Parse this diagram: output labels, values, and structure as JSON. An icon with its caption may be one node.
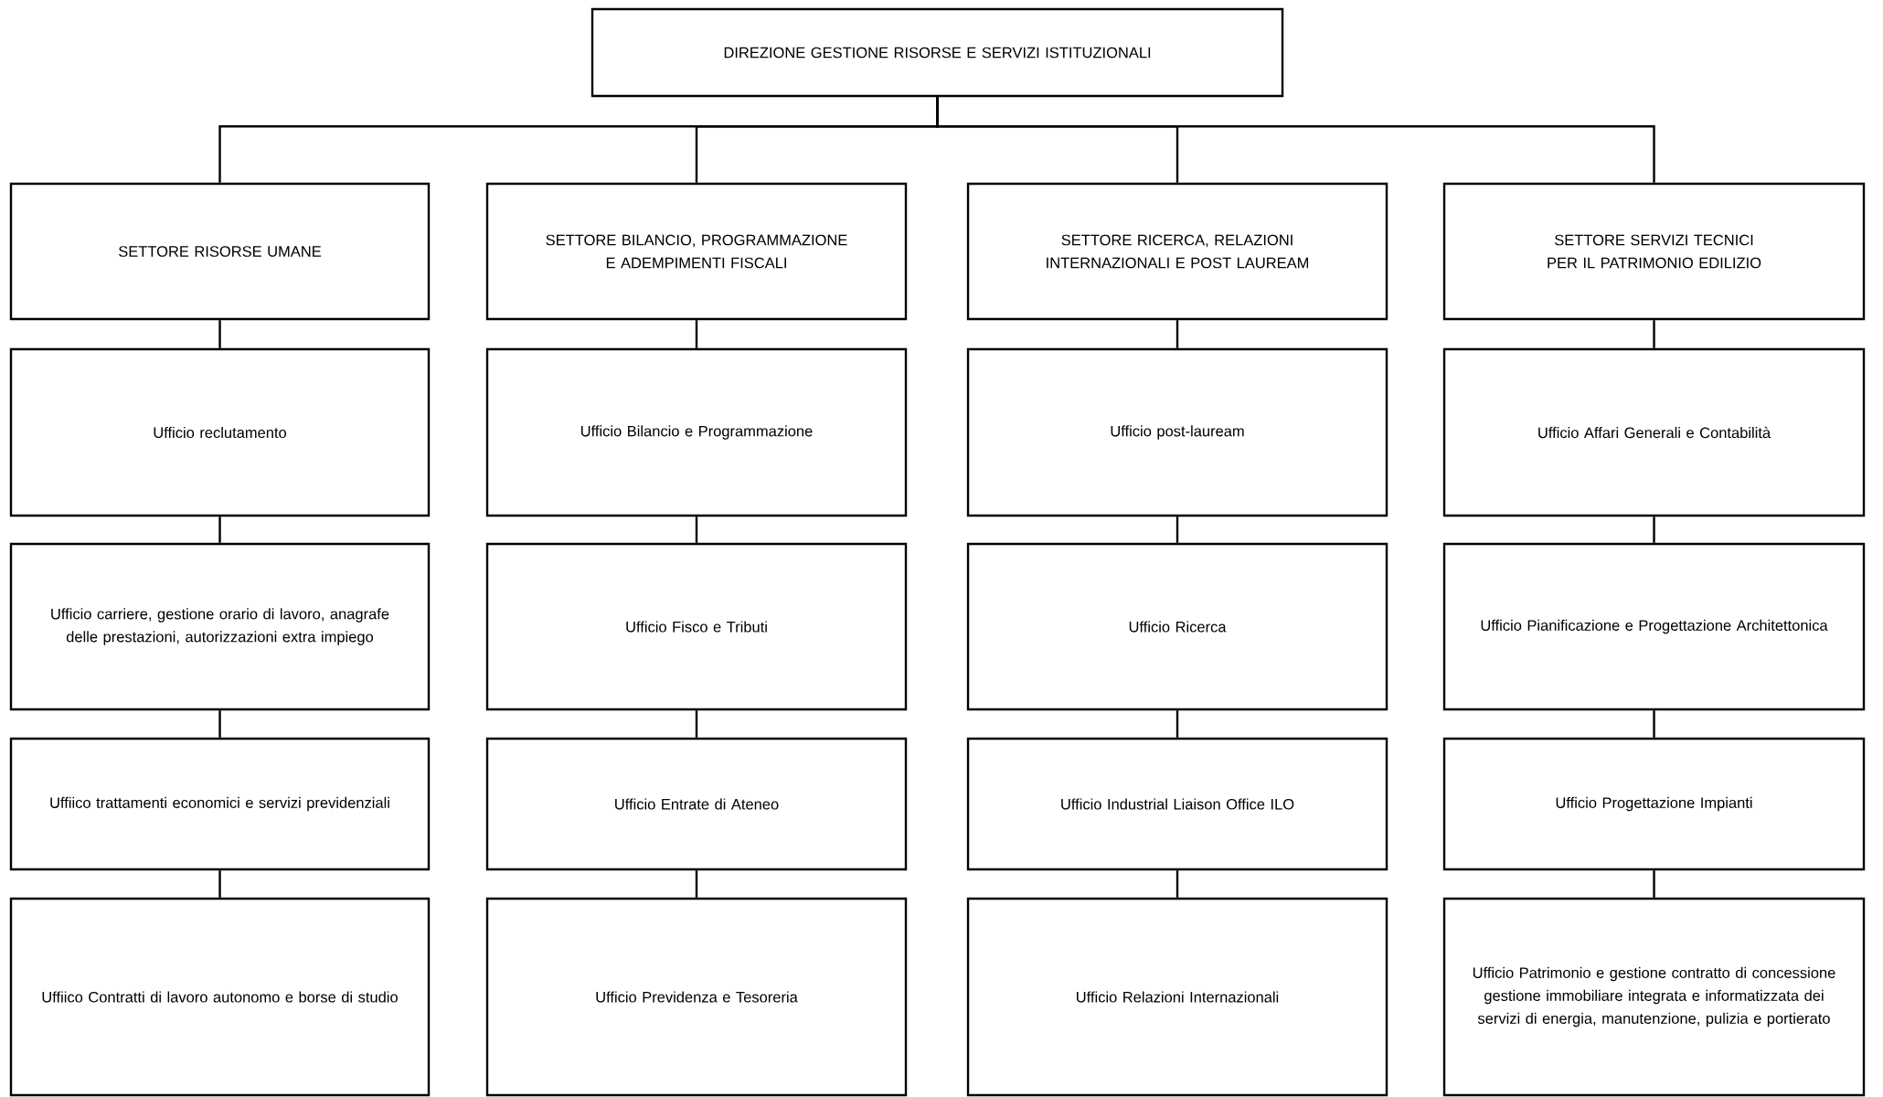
{
  "diagram": {
    "nodes": [
      {
        "text": [
          "DIREZIONE GESTIONE RISORSE E SERVIZI ISTITUZIONALI"
        ]
      },
      {
        "text": [
          "SETTORE RISORSE UMANE"
        ]
      },
      {
        "text": [
          "SETTORE BILANCIO, PROGRAMMAZIONE E ADEMPIMENTI FISCALI"
        ]
      },
      {
        "text": [
          "SETTORE RICERCA, RELAZIONI INTERNAZIONALI E POST LAUREAM"
        ]
      },
      {
        "text": [
          "SETTORE SERVIZI TECNICI PER IL PATRIMONIO EDILIZIO"
        ]
      },
      {
        "text": [
          "Ufficio reclutamento"
        ]
      },
      {
        "text": [
          "Ufficio Bilancio e Programmazione"
        ]
      },
      {
        "text": [
          "Ufficio post-lauream"
        ]
      },
      {
        "text": [
          "Ufficio Affari Generali e Contabilità"
        ]
      },
      {
        "text": [
          "Ufficio carriere, gestione orario di lavoro, anagrafe delle prestazioni, autorizzazioni extra impiego"
        ]
      },
      {
        "text": [
          "Ufficio Fisco e Tributi"
        ]
      },
      {
        "text": [
          "Ufficio Ricerca"
        ]
      },
      {
        "text": [
          "Ufficio Pianificazione e Progettazione Architettonica"
        ]
      },
      {
        "text": [
          "Uffiico trattamenti economici e servizi previdenziali"
        ]
      },
      {
        "text": [
          "Ufficio Entrate di Ateneo"
        ]
      },
      {
        "text": [
          "Ufficio Industrial Liaison Office ILO"
        ]
      },
      {
        "text": [
          "Ufficio Progettazione Impianti"
        ]
      },
      {
        "text": [
          "Uffiico Contratti di lavoro autonomo e borse di studio"
        ]
      },
      {
        "text": [
          "Ufficio Previdenza e Tesoreria"
        ]
      },
      {
        "text": [
          "Ufficio Relazioni Internazionali"
        ]
      },
      {
        "text": [
          "Ufficio Patrimonio e gestione contratto di concessione gestione immobiliare integrata e informatizzata dei servizi di energia, manutenzione, pulizia e portierato"
        ]
      }
    ],
    "edges": [
      {
        "from": 0,
        "to": 1,
        "arrow": "none"
      },
      {
        "from": 0,
        "to": 2,
        "arrow": "none"
      },
      {
        "from": 0,
        "to": 3,
        "arrow": "none"
      },
      {
        "from": 0,
        "to": 4,
        "arrow": "none"
      },
      {
        "from": 1,
        "to": 5,
        "arrow": "none"
      },
      {
        "from": 5,
        "to": 9,
        "arrow": "none"
      },
      {
        "from": 9,
        "to": 13,
        "arrow": "none"
      },
      {
        "from": 13,
        "to": 17,
        "arrow": "none"
      },
      {
        "from": 2,
        "to": 6,
        "arrow": "none"
      },
      {
        "from": 6,
        "to": 10,
        "arrow": "none"
      },
      {
        "from": 10,
        "to": 14,
        "arrow": "none"
      },
      {
        "from": 14,
        "to": 18,
        "arrow": "none"
      },
      {
        "from": 3,
        "to": 7,
        "arrow": "none"
      },
      {
        "from": 7,
        "to": 11,
        "arrow": "none"
      },
      {
        "from": 11,
        "to": 15,
        "arrow": "none"
      },
      {
        "from": 15,
        "to": 19,
        "arrow": "none"
      },
      {
        "from": 4,
        "to": 8,
        "arrow": "none"
      },
      {
        "from": 8,
        "to": 12,
        "arrow": "none"
      },
      {
        "from": 12,
        "to": 16,
        "arrow": "none"
      },
      {
        "from": 16,
        "to": 20,
        "arrow": "none"
      }
    ]
  }
}
